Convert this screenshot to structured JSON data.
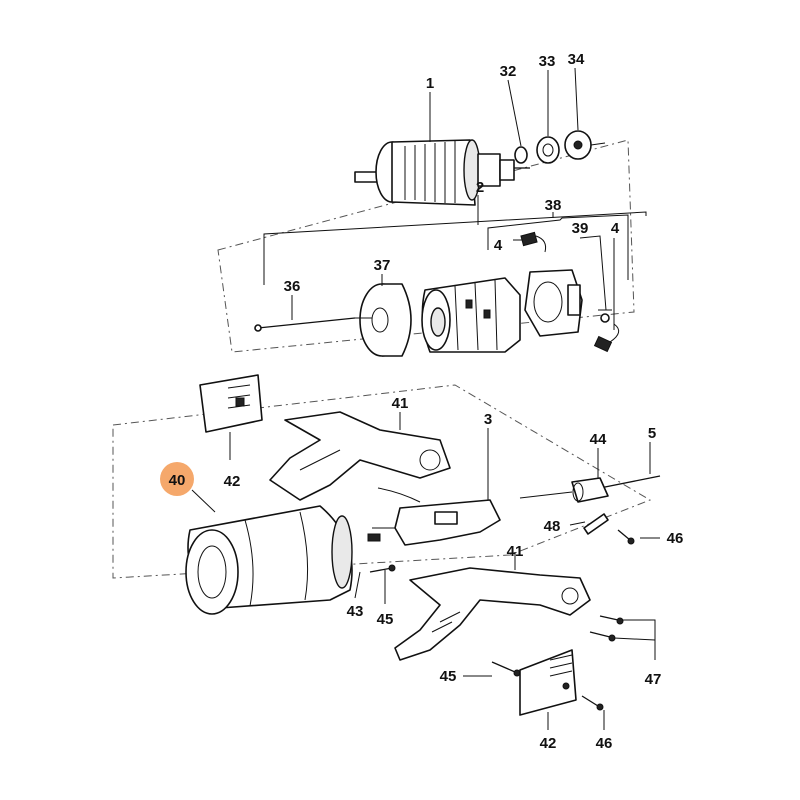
{
  "labels": {
    "p1": "1",
    "p2": "2",
    "p3": "3",
    "p4a": "4",
    "p4b": "4",
    "p5": "5",
    "p32": "32",
    "p33": "33",
    "p34": "34",
    "p36": "36",
    "p37": "37",
    "p38": "38",
    "p39": "39",
    "p40": "40",
    "p41a": "41",
    "p41b": "41",
    "p42a": "42",
    "p42b": "42",
    "p43": "43",
    "p44": "44",
    "p45a": "45",
    "p45b": "45",
    "p46a": "46",
    "p46b": "46",
    "p47": "47",
    "p48": "48"
  },
  "colors": {
    "highlight": "#f5a86b",
    "line": "#111111",
    "background": "#ffffff"
  }
}
